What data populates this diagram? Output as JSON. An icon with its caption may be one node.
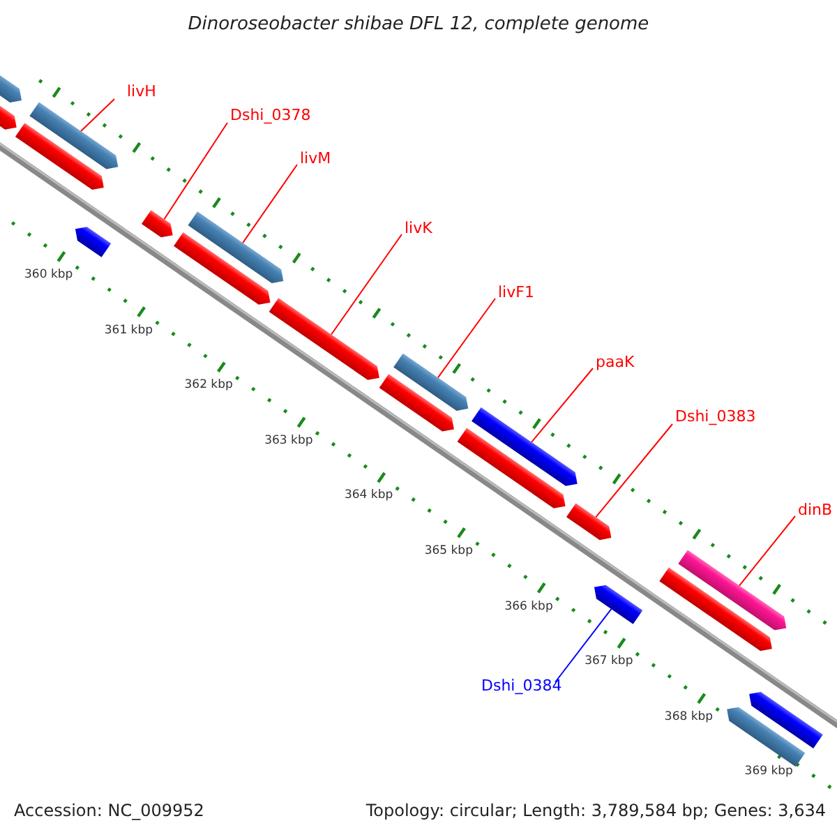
{
  "diagram": {
    "title": "Dinoroseobacter shibae DFL 12, complete genome",
    "nodes": [
      {
        "text": [
          "livH"
        ]
      },
      {
        "text": [
          "Dshi_0378"
        ]
      },
      {
        "text": [
          "livM"
        ]
      },
      {
        "text": [
          "livK"
        ]
      },
      {
        "text": [
          "livF1"
        ]
      },
      {
        "text": [
          "paaK"
        ]
      },
      {
        "text": [
          "Dshi_0383"
        ]
      },
      {
        "text": [
          "dinB"
        ]
      },
      {
        "text": [
          "Dshi_0384"
        ]
      },
      {
        "text": [],
        "shape": "bar"
      },
      {
        "text": [],
        "shape": "bar"
      },
      {
        "text": [],
        "shape": "bar"
      },
      {
        "text": [],
        "shape": "bar"
      },
      {
        "text": [],
        "shape": "bar"
      },
      {
        "text": [],
        "shape": "bar"
      },
      {
        "text": [],
        "shape": "bar"
      },
      {
        "text": [],
        "shape": "bar"
      },
      {
        "text": [],
        "shape": "bar"
      },
      {
        "text": [],
        "shape": "bar"
      },
      {
        "text": [],
        "shape": "bar"
      },
      {
        "text": [],
        "shape": "bar"
      },
      {
        "text": [],
        "shape": "bar"
      },
      {
        "text": [],
        "shape": "bar"
      },
      {
        "text": [],
        "shape": "bar"
      },
      {
        "text": [],
        "shape": "bar"
      },
      {
        "text": [],
        "shape": "bar"
      },
      {
        "text": [],
        "shape": "bar"
      },
      {
        "text": [],
        "shape": "bar"
      }
    ],
    "edges": [
      {
        "from": 0,
        "to": 11,
        "arrow": "none"
      },
      {
        "from": 1,
        "to": 14,
        "arrow": "none"
      },
      {
        "from": 2,
        "to": 15,
        "arrow": "none"
      },
      {
        "from": 3,
        "to": 17,
        "arrow": "none"
      },
      {
        "from": 4,
        "to": 18,
        "arrow": "none"
      },
      {
        "from": 5,
        "to": 20,
        "arrow": "none"
      },
      {
        "from": 6,
        "to": 22,
        "arrow": "none"
      },
      {
        "from": 7,
        "to": 24,
        "arrow": "none"
      },
      {
        "from": 8,
        "to": 23,
        "arrow": "none",
        "color": "#0000ff"
      }
    ],
    "labels": [
      "360 kbp",
      "361 kbp",
      "362 kbp",
      "363 kbp",
      "364 kbp",
      "365 kbp",
      "366 kbp",
      "367 kbp",
      "368 kbp",
      "369 kbp",
      "Accession: NC_009952",
      "Topology: circular; Length: 3,789,584 bp; Genes: 3,634"
    ]
  }
}
